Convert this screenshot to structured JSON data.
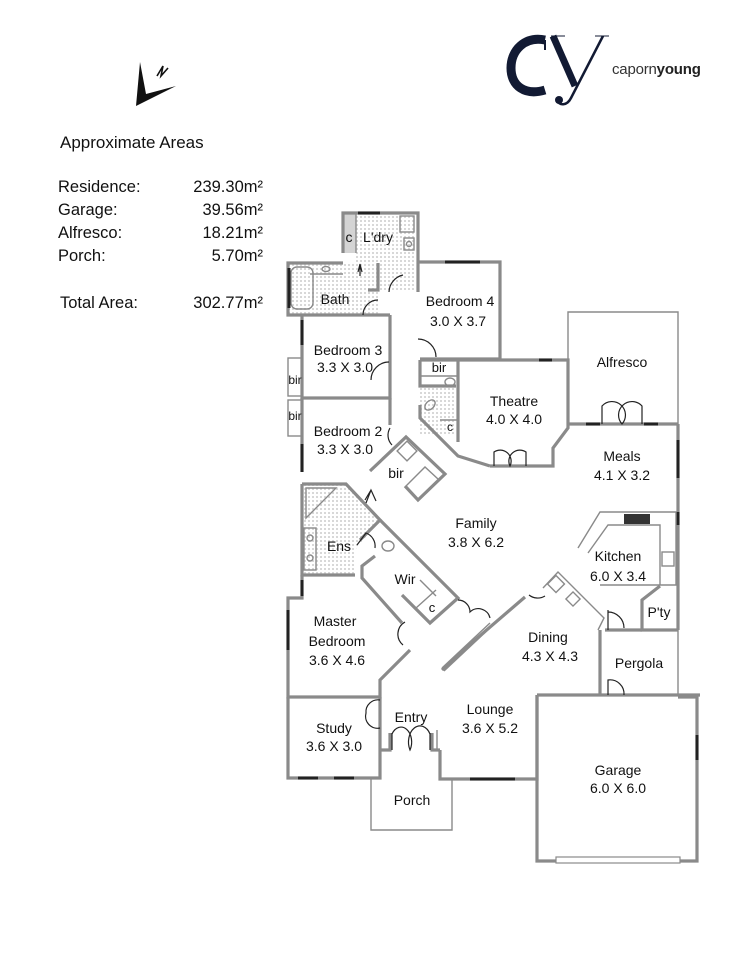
{
  "logo": {
    "monogram": "CY",
    "name_light": "caporn",
    "name_bold": "young"
  },
  "compass": {
    "label": "N"
  },
  "areas": {
    "title": "Approximate Areas",
    "rows": [
      {
        "label": "Residence:",
        "value": "239.30m²"
      },
      {
        "label": "Garage:",
        "value": "39.56m²"
      },
      {
        "label": "Alfresco:",
        "value": "18.21m²"
      },
      {
        "label": "Porch:",
        "value": "5.70m²"
      }
    ],
    "total": {
      "label": "Total Area:",
      "value": "302.77m²"
    }
  },
  "rooms": {
    "laundry": {
      "name": "L'dry"
    },
    "laundry_cupboard": {
      "name": "c"
    },
    "bath": {
      "name": "Bath"
    },
    "bedroom4": {
      "name": "Bedroom 4",
      "size": "3.0 X 3.7"
    },
    "bedroom3": {
      "name": "Bedroom 3",
      "size": "3.3 X 3.0"
    },
    "bedroom3_bir": {
      "name": "bir"
    },
    "bedroom2": {
      "name": "Bedroom 2",
      "size": "3.3 X 3.0"
    },
    "bedroom2_bir": {
      "name": "bir"
    },
    "hall_bir": {
      "name": "bir"
    },
    "hall_bir2": {
      "name": "bir"
    },
    "wc_cupboard": {
      "name": "c"
    },
    "theatre": {
      "name": "Theatre",
      "size": "4.0 X 4.0"
    },
    "alfresco": {
      "name": "Alfresco"
    },
    "meals": {
      "name": "Meals",
      "size": "4.1 X 3.2"
    },
    "family": {
      "name": "Family",
      "size": "3.8 X 6.2"
    },
    "kitchen": {
      "name": "Kitchen",
      "size": "6.0 X 3.4"
    },
    "pantry": {
      "name": "P'ty"
    },
    "ensuite": {
      "name": "Ens"
    },
    "wir": {
      "name": "Wir"
    },
    "wir_cupboard": {
      "name": "c"
    },
    "master": {
      "name": "Master",
      "name2": "Bedroom",
      "size": "3.6 X 4.6"
    },
    "dining": {
      "name": "Dining",
      "size": "4.3 X 4.3"
    },
    "pergola": {
      "name": "Pergola"
    },
    "study": {
      "name": "Study",
      "size": "3.6 X 3.0"
    },
    "entry": {
      "name": "Entry"
    },
    "lounge": {
      "name": "Lounge",
      "size": "3.6 X 5.2"
    },
    "porch": {
      "name": "Porch"
    },
    "garage": {
      "name": "Garage",
      "size": "6.0 X 6.0"
    }
  }
}
